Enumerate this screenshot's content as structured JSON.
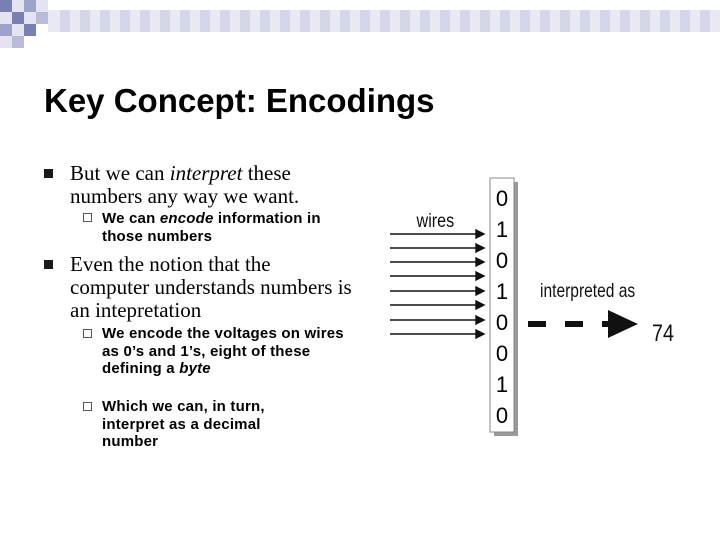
{
  "title": "Key Concept: Encodings",
  "bullets": [
    {
      "text_before": "But we can ",
      "text_italic": "interpret",
      "text_after": " these numbers any way we want.",
      "sub": [
        {
          "before": "We can ",
          "italic": "encode",
          "after": " information in those numbers"
        }
      ]
    },
    {
      "text": "Even the notion that the computer understands numbers is an intepretation",
      "sub": [
        {
          "before": "We encode the voltages on wires as 0’s and 1’s, eight of these defining a ",
          "italic": "byte",
          "after": ""
        },
        {
          "before": "Which we can, in turn, interpret as a decimal number",
          "italic": "",
          "after": ""
        }
      ]
    }
  ],
  "diagram": {
    "wires_label": "wires",
    "bits": [
      "0",
      "1",
      "0",
      "1",
      "0",
      "0",
      "1",
      "0"
    ],
    "interpreted_label": "interpreted as",
    "result": "74"
  },
  "colors": {
    "deco_light": "#e3e3f2",
    "deco_dark": "#7a7fb3",
    "deco_mid": "#b8bcd8"
  }
}
